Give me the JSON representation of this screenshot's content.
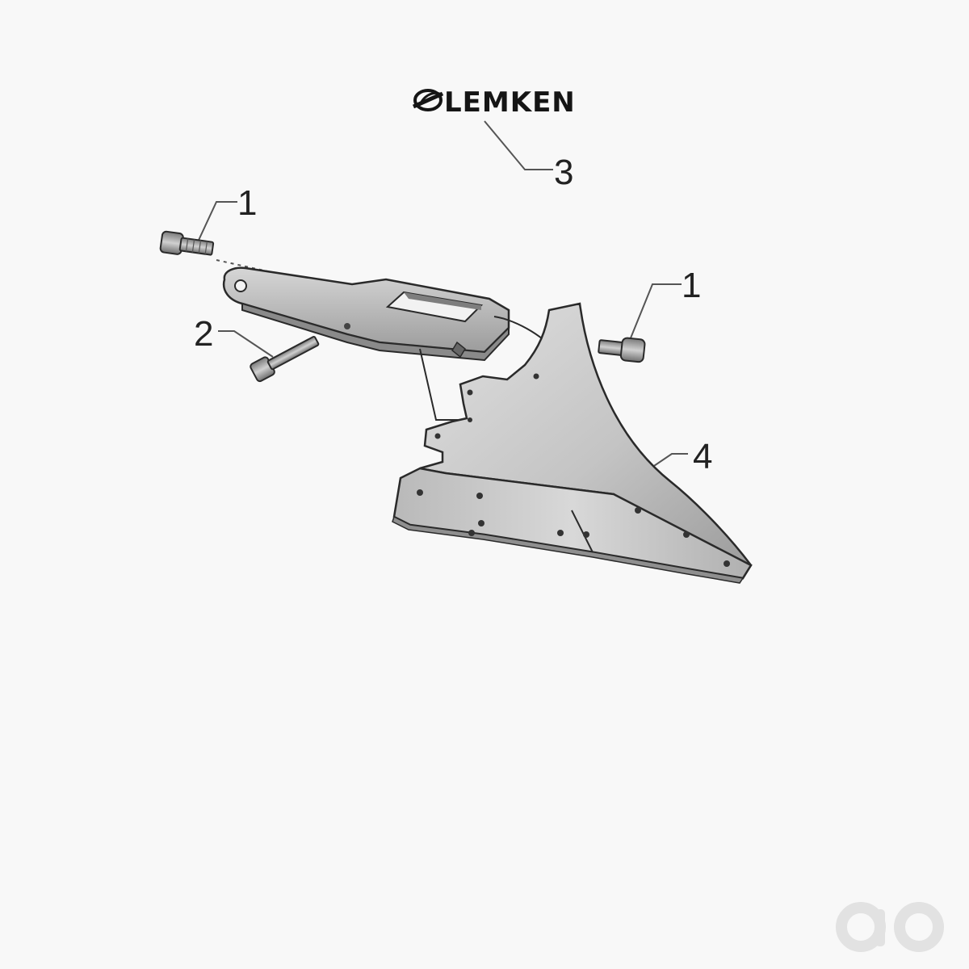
{
  "brand": {
    "name": "LEMKEN"
  },
  "callouts": [
    {
      "id": "callout-1a",
      "label": "1"
    },
    {
      "id": "callout-1b",
      "label": "1"
    },
    {
      "id": "callout-2",
      "label": "2"
    },
    {
      "id": "callout-3",
      "label": "3"
    },
    {
      "id": "callout-4",
      "label": "4"
    }
  ],
  "colors": {
    "part_fill": "#c9c9c9",
    "part_dark": "#8e8e8e",
    "line": "#2a2a2a",
    "background": "#f8f8f8"
  },
  "icons": {
    "watermark": "ao-logo-icon"
  }
}
